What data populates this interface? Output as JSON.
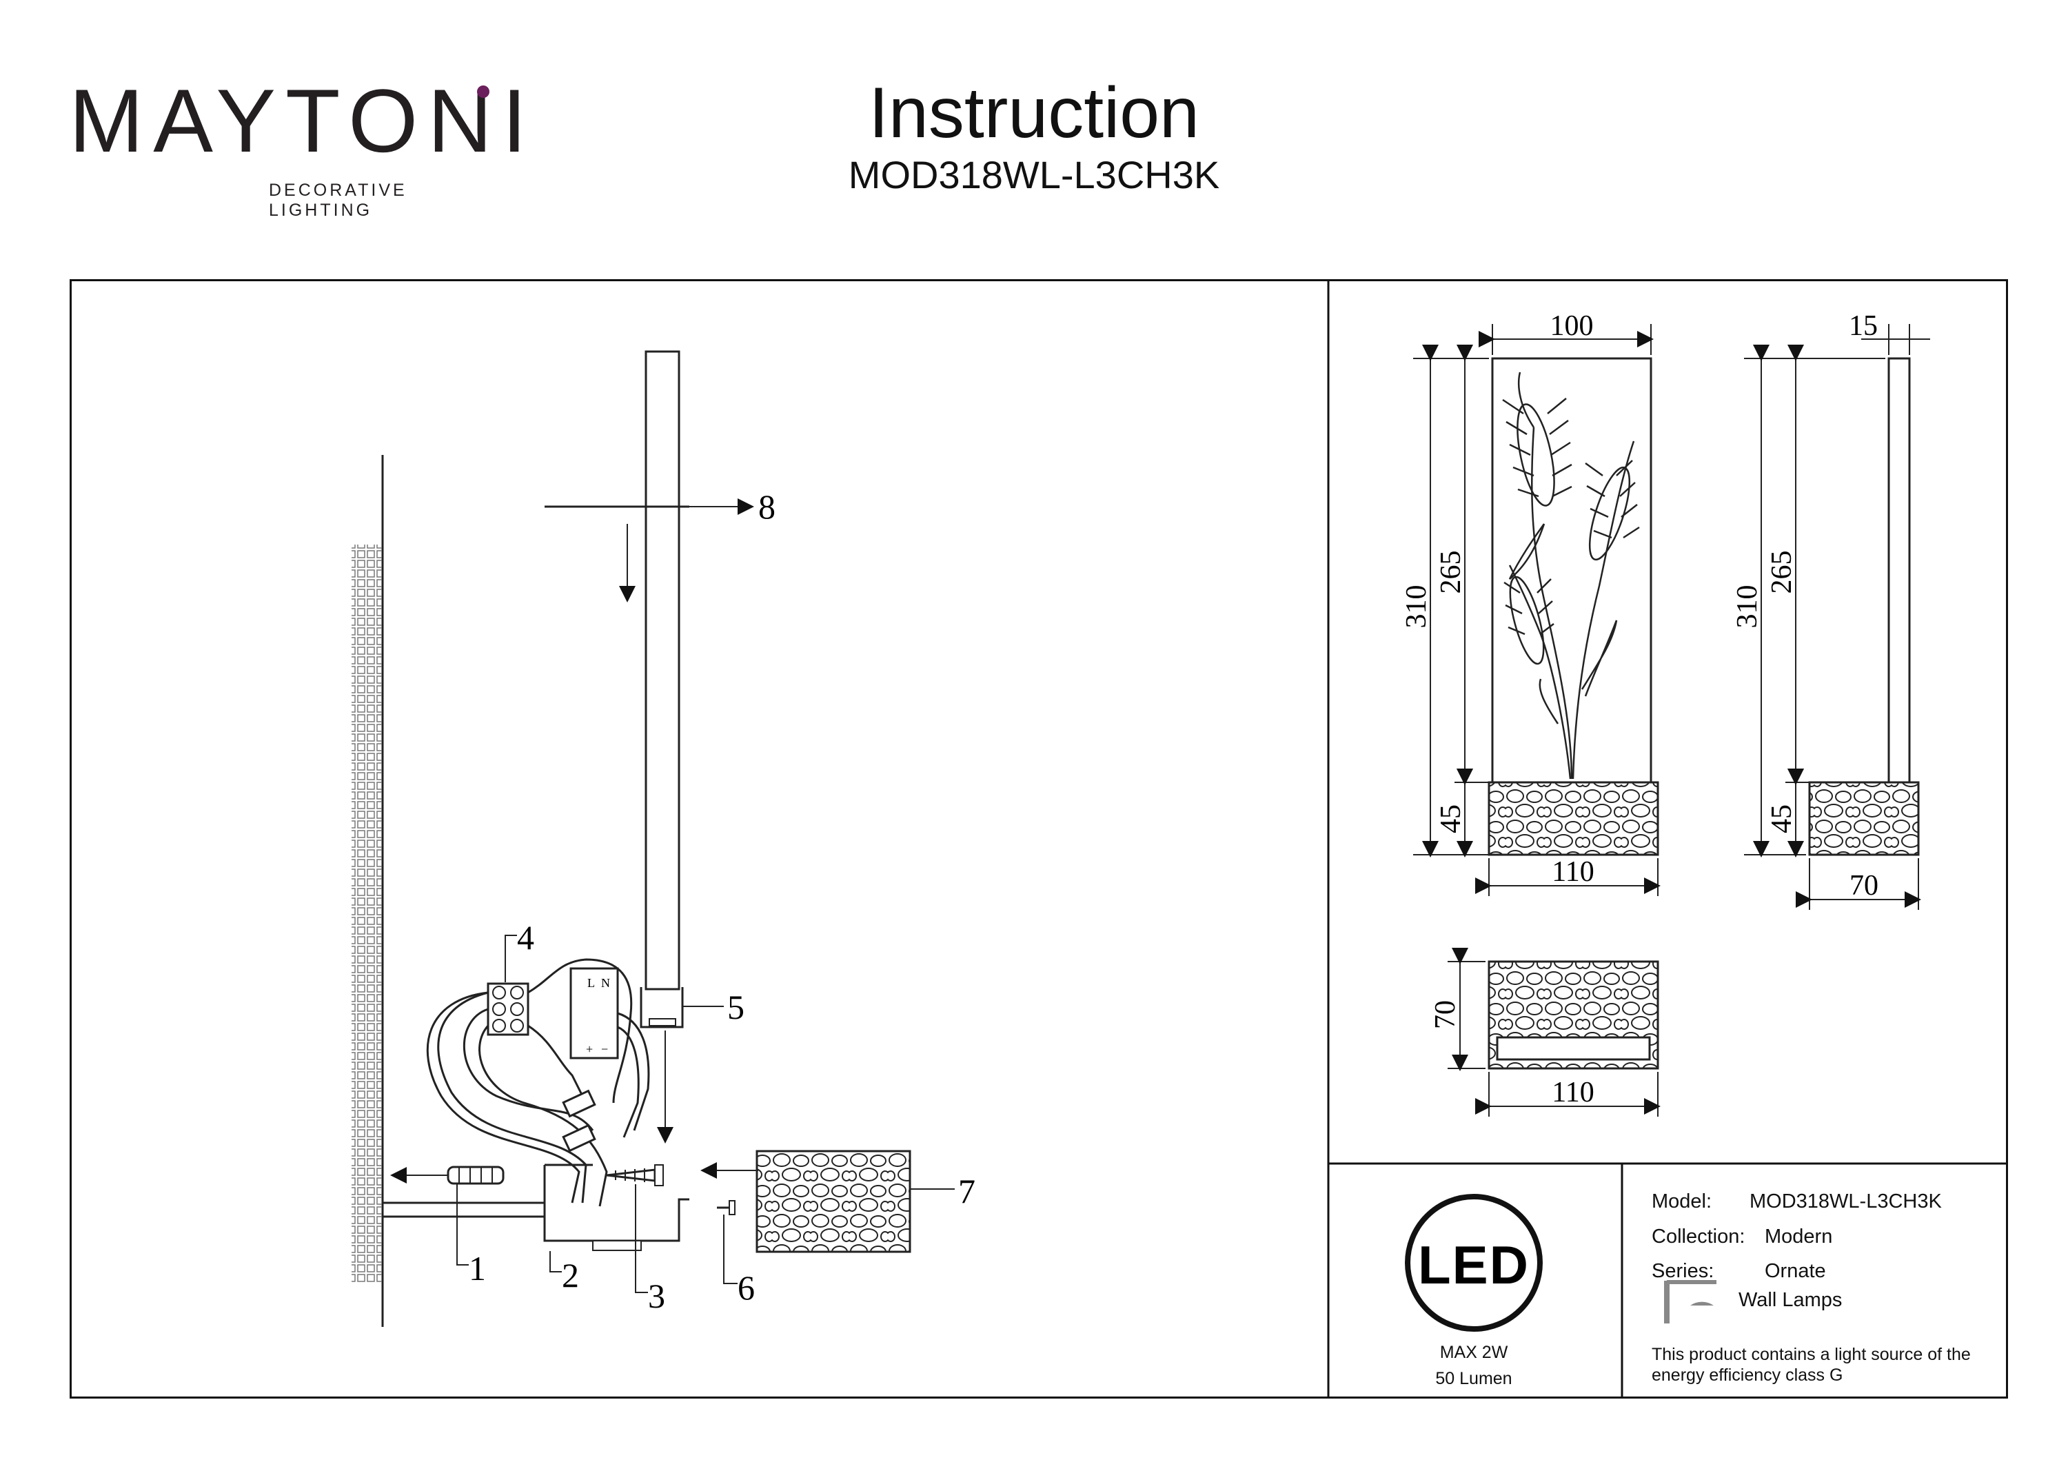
{
  "brand": {
    "name": "MAYTONI",
    "tagline": "DECORATIVE LIGHTING",
    "accent_color": "#6b1f5c",
    "text_color": "#231f20"
  },
  "header": {
    "title": "Instruction",
    "model_code": "MOD318WL-L3CH3K"
  },
  "assembly": {
    "callouts": [
      "1",
      "2",
      "3",
      "4",
      "5",
      "6",
      "7",
      "8"
    ],
    "terminal_labels": {
      "line": "L",
      "neutral": "N",
      "plus": "+",
      "minus": "−"
    }
  },
  "dimensions": {
    "front": {
      "top_width": "100",
      "total_height": "310",
      "body_height": "265",
      "base_height": "45",
      "base_width": "110"
    },
    "side": {
      "top_width": "15",
      "total_height": "310",
      "body_height": "265",
      "base_height": "45",
      "base_width": "70"
    },
    "top": {
      "depth": "70",
      "width": "110"
    }
  },
  "led_panel": {
    "logo_text": "LED",
    "power": "MAX 2W",
    "flux": "50 Lumen"
  },
  "info": {
    "model_label": "Model:",
    "model_value": "MOD318WL-L3CH3K",
    "collection_label": "Collection:",
    "collection_value": "Modern",
    "series_label": "Series:",
    "series_value": "Ornate",
    "type_icon": "wall-lamp-icon",
    "type_value": "Wall Lamps",
    "energy_note_line1": "This product contains a light source of the",
    "energy_note_line2": "energy efficiency class G"
  }
}
